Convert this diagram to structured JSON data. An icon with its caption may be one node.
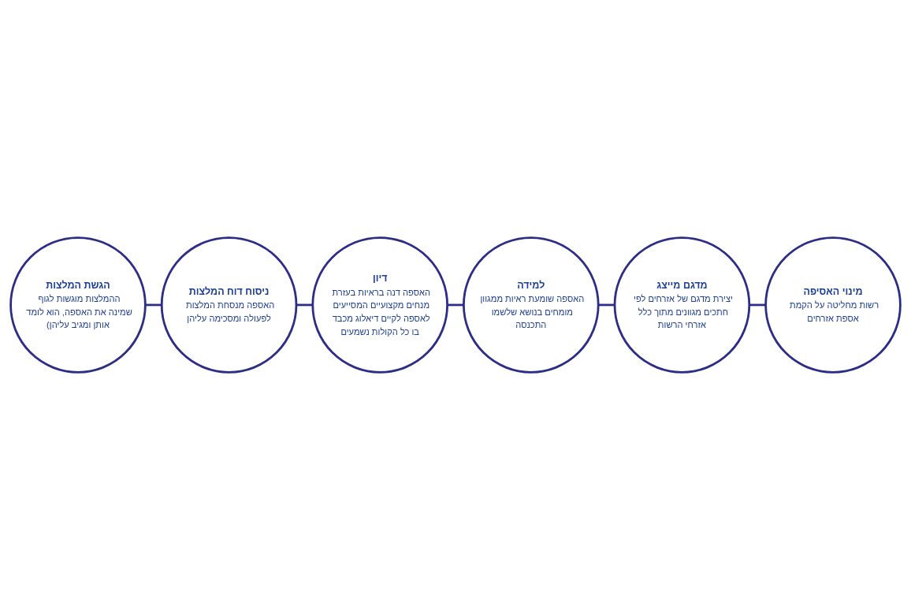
{
  "diagram": {
    "nodes": [
      {
        "text": [
          "מינוי האסיפה",
          "רשות מחליטה על הקמת אספת אזרחים"
        ]
      },
      {
        "text": [
          "מדגם מייצג",
          "יצירת מדגם של אזרחים לפי חתכים מגוונים מתוך כלל אזרחי הרשות"
        ]
      },
      {
        "text": [
          "למידה",
          "האספה שומעת ראיות ממגוון מומחים בנושא שלשמו התכנסה"
        ]
      },
      {
        "text": [
          "דיון",
          "האספה דנה בראיות בעזרת מנחים מקצועיים המסייעים לאספה לקיים דיאלוג מכבד בו כל הקולות נשמעים"
        ]
      },
      {
        "text": [
          "ניסוח דוח המלצות",
          "האספה מנסחת המלצות לפעולה ומסכימה עליהן"
        ]
      },
      {
        "text": [
          "הגשת המלצות",
          "ההמלצות מוגשות לגוף שמינה את האספה, הוא לומד אותן ומגיב עליהן)"
        ]
      }
    ],
    "edges": [
      {
        "from": 0,
        "to": 1,
        "arrow": "none"
      },
      {
        "from": 1,
        "to": 2,
        "arrow": "none"
      },
      {
        "from": 2,
        "to": 3,
        "arrow": "none"
      },
      {
        "from": 3,
        "to": 4,
        "arrow": "none"
      },
      {
        "from": 4,
        "to": 5,
        "arrow": "none"
      }
    ]
  }
}
